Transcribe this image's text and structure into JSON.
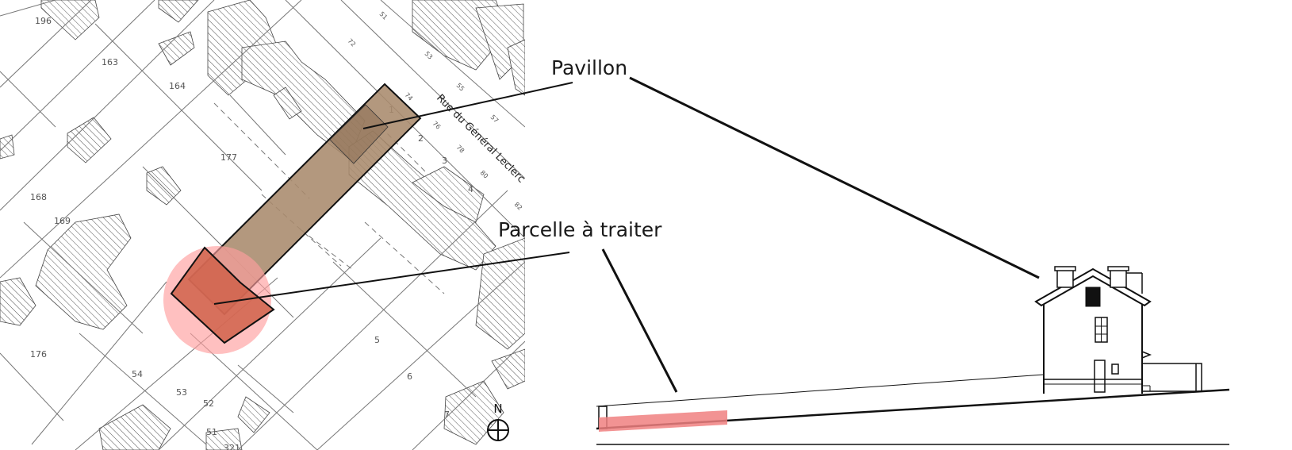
{
  "callouts": {
    "pavillon": "Pavillon",
    "parcelle": "Parcelle à traiter"
  },
  "street_name": "Rue du Général Leclerc",
  "north_label": "N",
  "parcel_numbers": {
    "p196": "196",
    "p163": "163",
    "p164": "164",
    "p177": "177",
    "p168": "168",
    "p169": "169",
    "p176": "176",
    "p54": "54",
    "p53": "53",
    "p52": "52",
    "p51": "51",
    "p321": "321",
    "p5": "5",
    "p6": "6",
    "p7": "7",
    "p1": "1",
    "p2": "2",
    "p3": "3",
    "p4": "4"
  },
  "street_numbers": {
    "s51": "51",
    "s72": "72",
    "s53": "53",
    "s55": "55",
    "s74": "74",
    "s57": "57",
    "s76": "76",
    "s78": "78",
    "s80": "80",
    "s82": "82"
  },
  "colors": {
    "parcel_fill": "#a88a6c",
    "highlight_circle": "#ff9e9e",
    "highlight_parcel": "#d0614a",
    "section_highlight": "#f08080",
    "line": "#111111",
    "map_line": "#777777",
    "hatch": "#555555"
  }
}
